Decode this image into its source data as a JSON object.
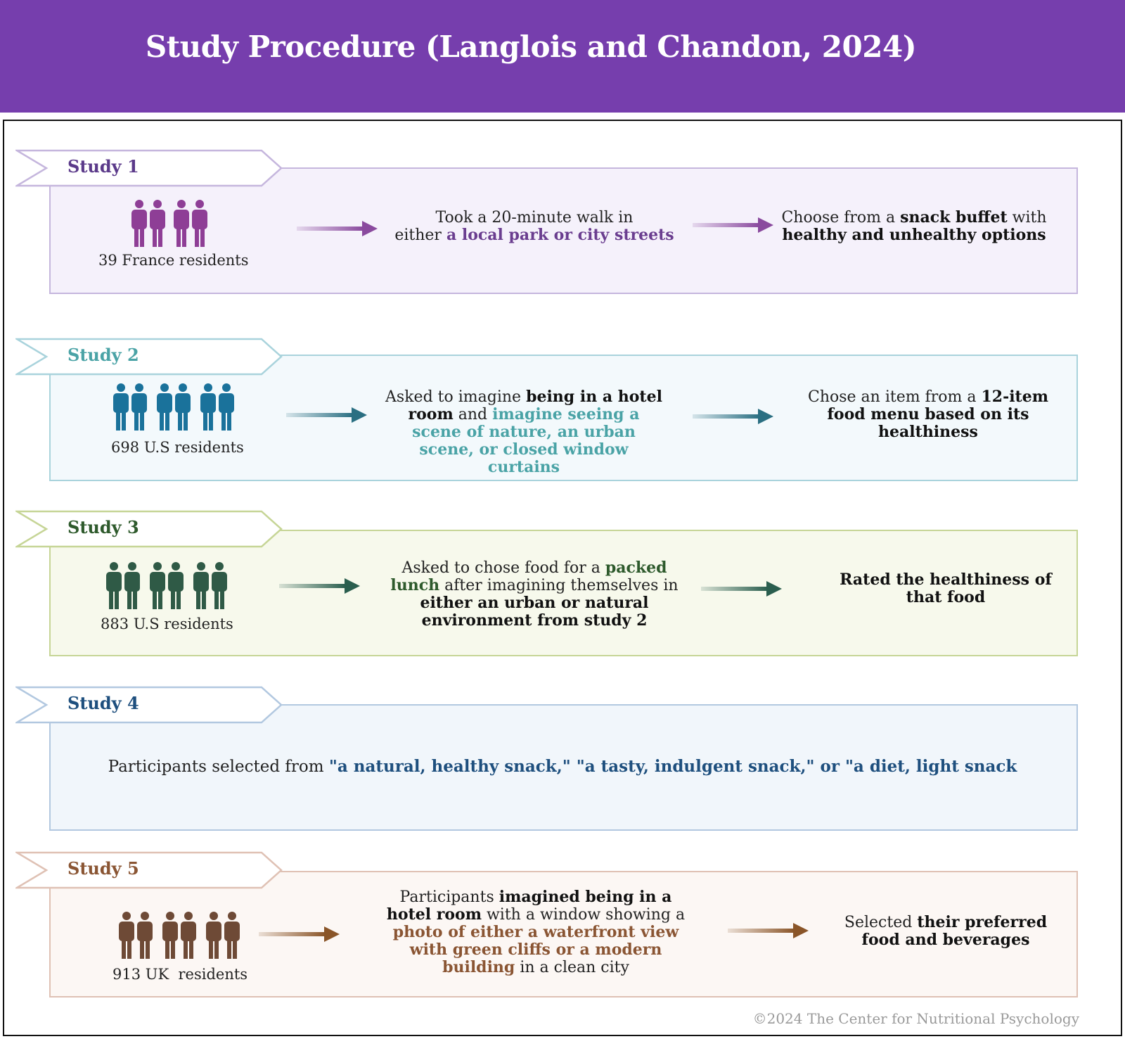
{
  "title": "Study Procedure (Langlois and Chandon, 2024)",
  "colors": {
    "header_bg": "#763ead",
    "study1": "#6a3d8f",
    "study1_accent": "#8a4a9e",
    "study2": "#4aa3a6",
    "study2_accent": "#1f6f8b",
    "study3": "#2e5a2c",
    "study3_accent": "#2a5e4e",
    "study4": "#1e4f7e",
    "study5": "#8a5533",
    "study5_accent": "#6e4a36"
  },
  "studies": [
    {
      "label": "Study 1",
      "participants": "39 France residents",
      "icon": "people-group-icon",
      "step1": {
        "a": "Took a 20-minute walk in",
        "b": "either",
        "c": "a local park or city streets"
      },
      "step2": {
        "a": "Choose from a",
        "b": "snack buffet",
        "c": "with",
        "d": "healthy and unhealthy options"
      }
    },
    {
      "label": "Study 2",
      "participants": "698 U.S residents",
      "icon": "people-group-icon",
      "step1": {
        "a": "Asked to imagine",
        "b": "being in a hotel room",
        "c": "and",
        "d": "imagine seeing a scene of nature, an urban scene, or closed window curtains"
      },
      "step2": {
        "a": "Chose an item from a",
        "b": "12-item food menu based on its healthiness"
      }
    },
    {
      "label": "Study 3",
      "participants": "883 U.S residents",
      "icon": "people-group-icon",
      "step1": {
        "a": "Asked to chose food for a",
        "b": "packed lunch",
        "c": "after imagining themselves in",
        "d": "either an urban or natural environment from study 2"
      },
      "step2": {
        "a": "Rated the healthiness of that food"
      }
    },
    {
      "label": "Study 4",
      "text": {
        "a": "Participants selected from",
        "b": "\"a natural, healthy snack,\" \"a tasty, indulgent snack,\" or \"a diet, light snack"
      }
    },
    {
      "label": "Study 5",
      "participants": "913 UK  residents",
      "icon": "people-group-icon",
      "step1": {
        "a": "Participants",
        "b": "imagined being in a hotel room",
        "c": "with a window showing a",
        "d": "photo of  either a waterfront view with green cliffs or a modern building",
        "e": "in a clean city"
      },
      "step2": {
        "a": "Selected",
        "b": "their preferred food and beverages"
      }
    }
  ],
  "footer": "©2024 The Center for Nutritional Psychology"
}
